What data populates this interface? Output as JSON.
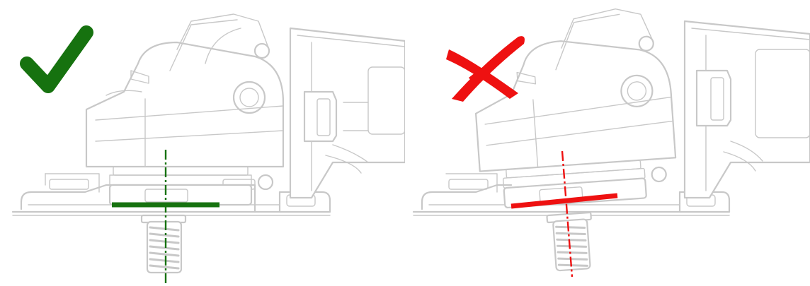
{
  "colors": {
    "tool_outline": "#c8c8c8",
    "correct": "#16720f",
    "incorrect": "#ee1111"
  },
  "panels": [
    {
      "id": "correct",
      "mark_icon": "checkmark-icon",
      "tilt_degrees": 0
    },
    {
      "id": "incorrect",
      "mark_icon": "cross-icon",
      "tilt_degrees": 4
    }
  ]
}
